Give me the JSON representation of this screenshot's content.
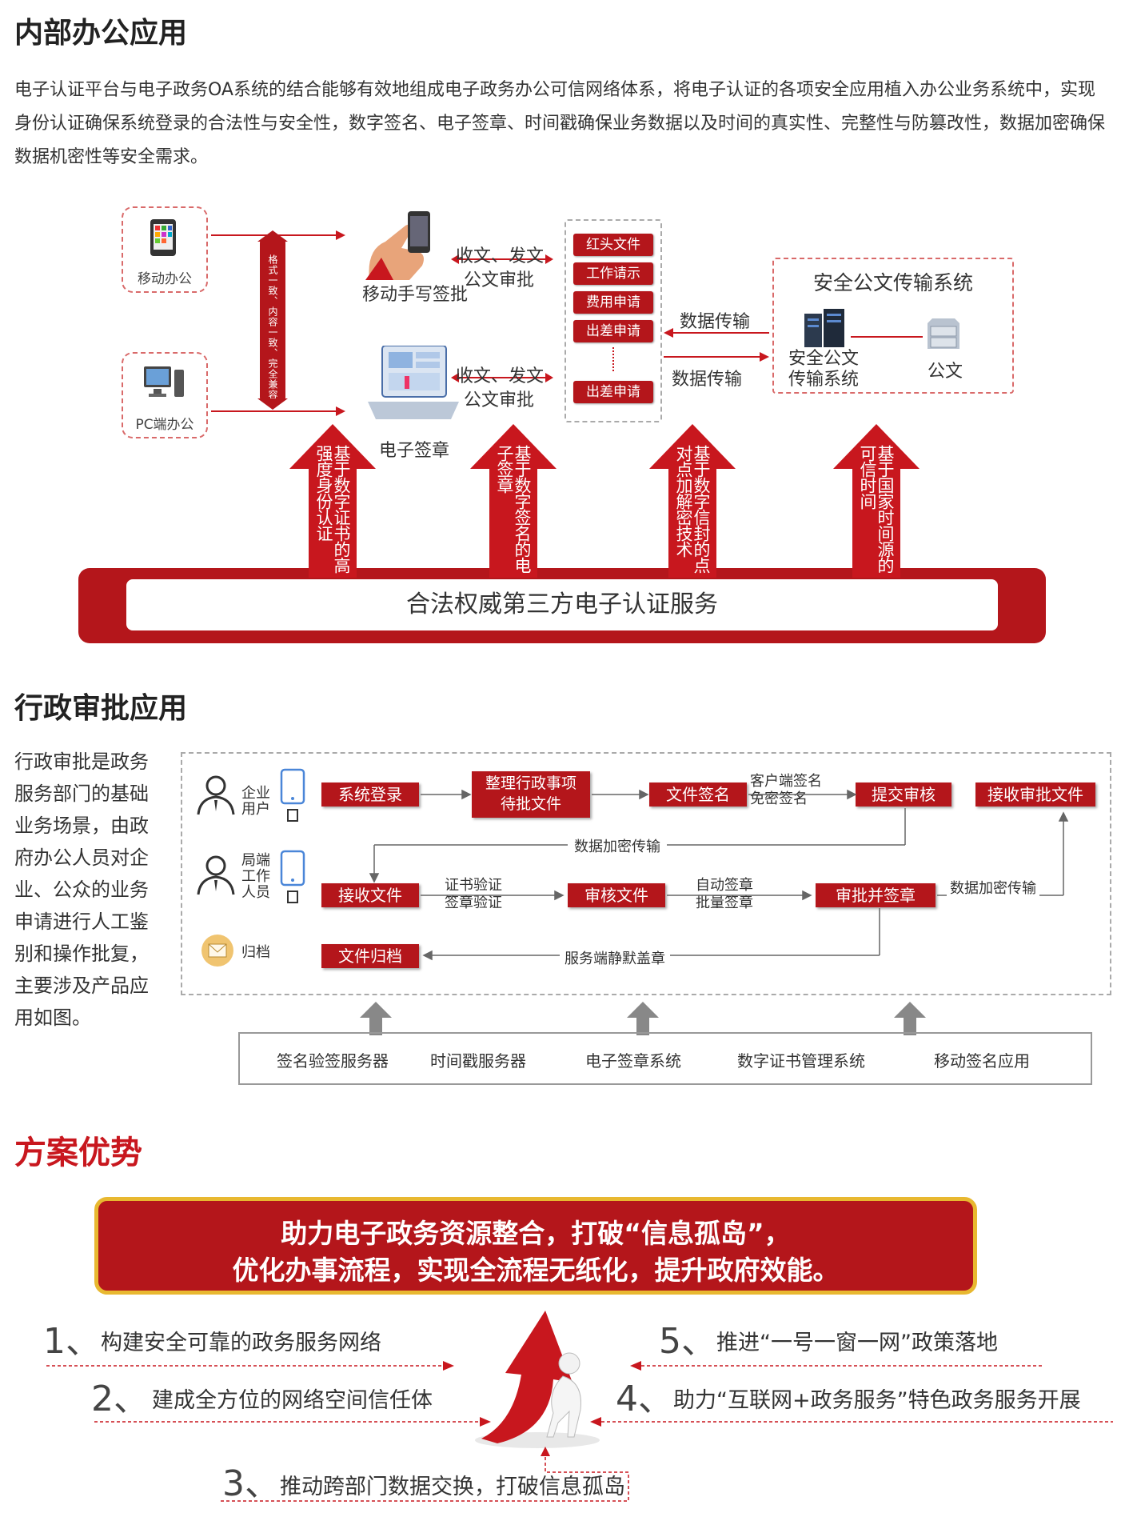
{
  "section1": {
    "title": "内部办公应用",
    "description": "电子认证平台与电子政务OA系统的结合能够有效地组成电子政务办公可信网络体系，将电子认证的各项安全应用植入办公业务系统中，实现身份认证确保系统登录的合法性与安全性，数字签名、电子签章、时间戳确保业务数据以及时间的真实性、完整性与防篡改性，数据加密确保数据机密性等安全需求。",
    "mobile_office": "移动办公",
    "pc_office": "PC端办公",
    "vertical_banner": "格式一致、内容一致、完全兼容",
    "mobile_sign": "移动手写签批",
    "e_seal": "电子签章",
    "recv_send_1": "收文、发文",
    "review_1": "公文审批",
    "recv_send_2": "收文、发文",
    "review_2": "公文审批",
    "doc_types": [
      "红头文件",
      "工作请示",
      "费用申请",
      "出差申请",
      "出差申请"
    ],
    "data_transfer_1": "数据传输",
    "data_transfer_2": "数据传输",
    "secure_system_title": "安全公文传输系统",
    "secure_system_server": "安全公文\n传输系统",
    "secure_doc": "公文",
    "arrows": [
      "基于数字证书的高强度身份认证",
      "基于数字签名的电子签章",
      "基于数字信封的点对点加解密技术",
      "基于国家时间源的可信时间"
    ],
    "base_service": "合法权威第三方电子认证服务"
  },
  "section2": {
    "title": "行政审批应用",
    "description": "行政审批是政务服务部门的基础业务场景，由政府办公人员对企业、公众的业务申请进行人工鉴别和操作批复，主要涉及产品应用如图。",
    "enterprise_user": "企业\n用户",
    "bureau_staff": "局端\n工作\n人员",
    "archive_label": "归档",
    "row1": [
      "系统登录",
      "整理行政事项\n待批文件",
      "文件签名",
      "提交审核",
      "接收审批文件"
    ],
    "row1_note": "客户端签名\n免密签名",
    "encrypt_1": "数据加密传输",
    "row2": [
      "接收文件",
      "审核文件",
      "审批并签章"
    ],
    "row2_note_1": "证书验证\n签章验证",
    "row2_note_2": "自动签章\n批量签章",
    "encrypt_2": "数据加密传输",
    "archive_box": "文件归档",
    "server_seal": "服务端静默盖章",
    "products": [
      "签名验签服务器",
      "时间戳服务器",
      "电子签章系统",
      "数字证书管理系统",
      "移动签名应用"
    ]
  },
  "section3": {
    "title": "方案优势",
    "banner_line1": "助力电子政务资源整合，打破“信息孤岛”，",
    "banner_line2": "优化办事流程，实现全流程无纸化，提升政府效能。",
    "items": [
      {
        "num": "1、",
        "text": "构建安全可靠的政务服务网络"
      },
      {
        "num": "2、",
        "text": "建成全方位的网络空间信任体"
      },
      {
        "num": "3、",
        "text": "推动跨部门数据交换，打破信息孤岛"
      },
      {
        "num": "4、",
        "text": "助力“互联网+政务服务”特色政务服务开展"
      },
      {
        "num": "5、",
        "text": "推进“一号一窗一网”政策落地"
      }
    ]
  },
  "colors": {
    "brand_red": "#b4161b",
    "title_red": "#c8171e",
    "gold": "#e8b830"
  }
}
